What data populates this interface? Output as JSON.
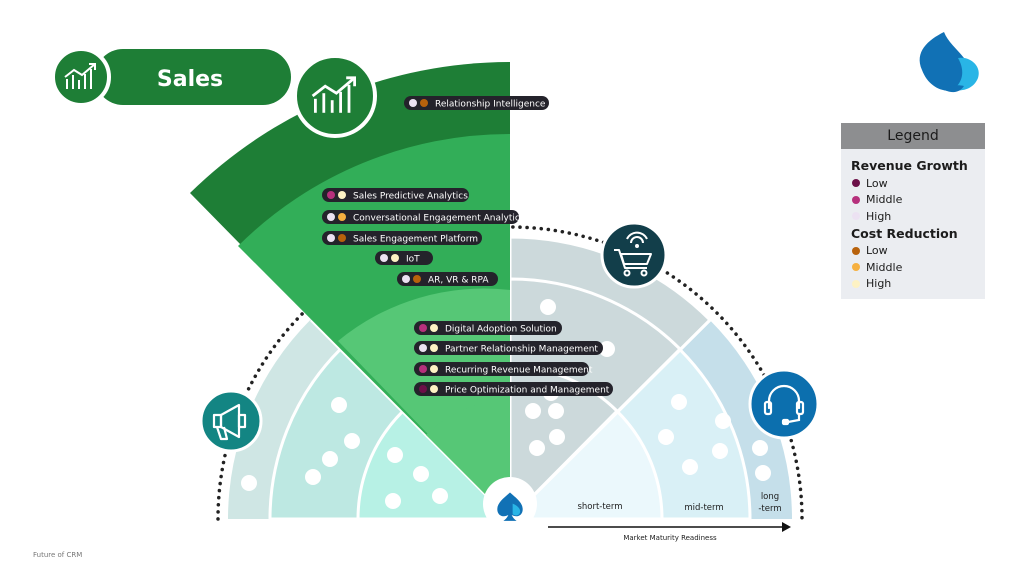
{
  "header": {
    "title": "Sales"
  },
  "footer": "Future of CRM",
  "legend": {
    "title": "Legend",
    "groups": [
      {
        "name": "Revenue Growth",
        "items": [
          {
            "label": "Low",
            "color": "#6c1048"
          },
          {
            "label": "Middle",
            "color": "#b6307c"
          },
          {
            "label": "High",
            "color": "#ece2f2"
          }
        ]
      },
      {
        "name": "Cost Reduction",
        "items": [
          {
            "label": "Low",
            "color": "#b8620c"
          },
          {
            "label": "Middle",
            "color": "#f6b040"
          },
          {
            "label": "High",
            "color": "#fdf2c4"
          }
        ]
      }
    ]
  },
  "technologies": [
    {
      "label": "Relationship Intelligence",
      "revenue": "High",
      "cost": "Low"
    },
    {
      "label": "Sales Predictive Analytics",
      "revenue": "Middle",
      "cost": "High"
    },
    {
      "label": "Conversational Engagement Analytics",
      "revenue": "High",
      "cost": "Middle"
    },
    {
      "label": "Sales Engagement Platform",
      "revenue": "High",
      "cost": "Low"
    },
    {
      "label": "IoT",
      "revenue": "High",
      "cost": "High"
    },
    {
      "label": "AR, VR & RPA",
      "revenue": "High",
      "cost": "Low"
    },
    {
      "label": "Digital Adoption Solution",
      "revenue": "Middle",
      "cost": "High"
    },
    {
      "label": "Partner Relationship Management",
      "revenue": "High",
      "cost": "High"
    },
    {
      "label": "Recurring Revenue Management",
      "revenue": "Middle",
      "cost": "High"
    },
    {
      "label": "Price Optimization and Management",
      "revenue": "Low",
      "cost": "High"
    }
  ],
  "terms": {
    "short": "short-term",
    "mid": "mid-term",
    "long_line1": "long",
    "long_line2": "-term"
  },
  "axis": {
    "label": "Market Maturity Readiness"
  },
  "colors": {
    "sales_dark": "#1e7e36",
    "sales_band": "#32ae58",
    "sales_inner": "#56c776",
    "pill": "#24232b",
    "teal_icon": "#138583",
    "navy_icon": "#123e4a",
    "blue_icon": "#0c6fae"
  },
  "icons": {
    "sales": "growth-chart-icon",
    "marketing": "megaphone-icon",
    "commerce": "shopping-cart-icon",
    "service": "headset-icon",
    "brand": "spade-logo"
  }
}
